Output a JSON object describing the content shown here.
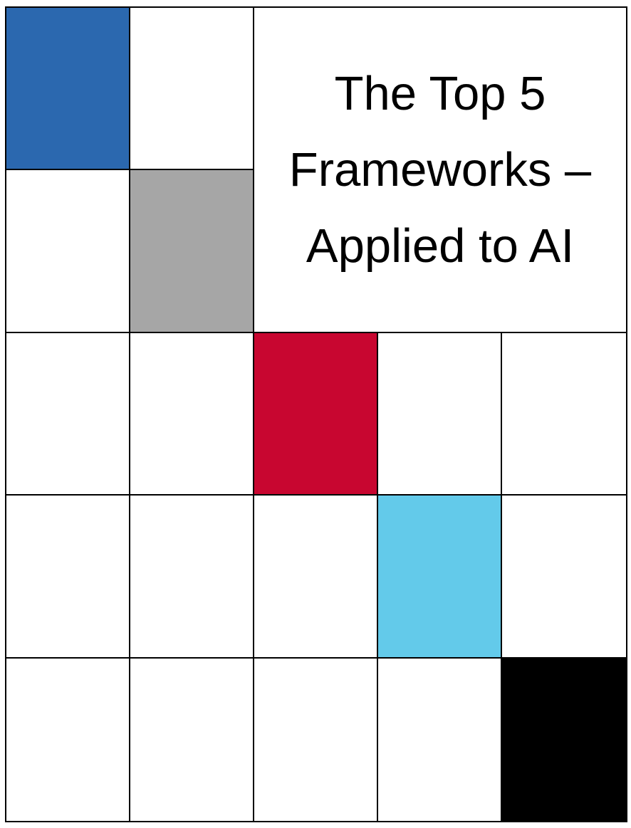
{
  "slide": {
    "title": {
      "full_text": "The Top 5 Frameworks – Applied to AI",
      "lines": [
        "The Top 5",
        "Frameworks –",
        "Applied to AI"
      ],
      "text_color": "#000000"
    },
    "table": {
      "rows": 5,
      "cols": 5,
      "border_color": "#000000",
      "background_color": "#FFFFFF",
      "colored_cells": [
        {
          "row": 1,
          "col": 1,
          "name": "blue-square",
          "color": "#2B68AF"
        },
        {
          "row": 2,
          "col": 2,
          "name": "gray-square",
          "color": "#A6A6A6"
        },
        {
          "row": 3,
          "col": 3,
          "name": "red-square",
          "color": "#C80630"
        },
        {
          "row": 4,
          "col": 4,
          "name": "sky-square",
          "color": "#63CAEA"
        },
        {
          "row": 5,
          "col": 5,
          "name": "black-square",
          "color": "#000000"
        }
      ]
    }
  }
}
